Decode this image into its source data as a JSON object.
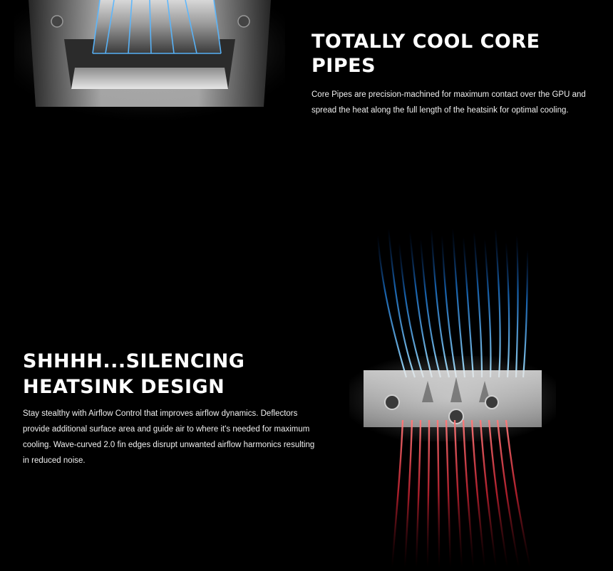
{
  "core_pipes": {
    "heading": "TOTALLY COOL CORE PIPES",
    "body": "Core Pipes are precision-machined for maximum contact over the GPU and spread the heat along the full length of the heatsink for optimal cooling.",
    "image_icon": "core-pipes-render"
  },
  "silencing": {
    "heading_line1": "SHHHH...SILENCING",
    "heading_line2": "HEATSINK DESIGN",
    "body": "Stay stealthy with Airflow Control that improves airflow dynamics. Deflectors provide additional surface area and guide air to where it's needed for maximum cooling. Wave-curved 2.0 fin edges disrupt unwanted airflow harmonics resulting in reduced noise.",
    "image_icon": "airflow-heatsink-render"
  },
  "colors": {
    "background": "#000000",
    "text": "#ffffff",
    "cool_blue": "#2aa7ff",
    "hot_red": "#e0303a",
    "metal": "#c8c8c8"
  }
}
